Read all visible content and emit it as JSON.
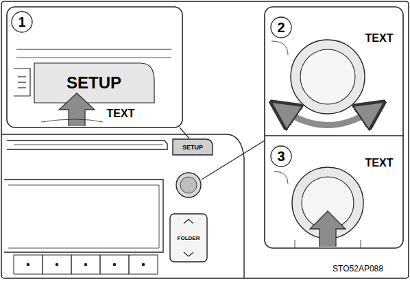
{
  "diagram": {
    "nodes": [
      {
        "text": [
          "SETUP"
        ]
      },
      {
        "text": [
          "SETUP"
        ]
      },
      {
        "text": [
          "FOLDER"
        ]
      }
    ],
    "labels": [
      "1",
      "TEXT",
      "2",
      "TEXT",
      "3",
      "TEXT",
      "STO52AP088"
    ]
  }
}
